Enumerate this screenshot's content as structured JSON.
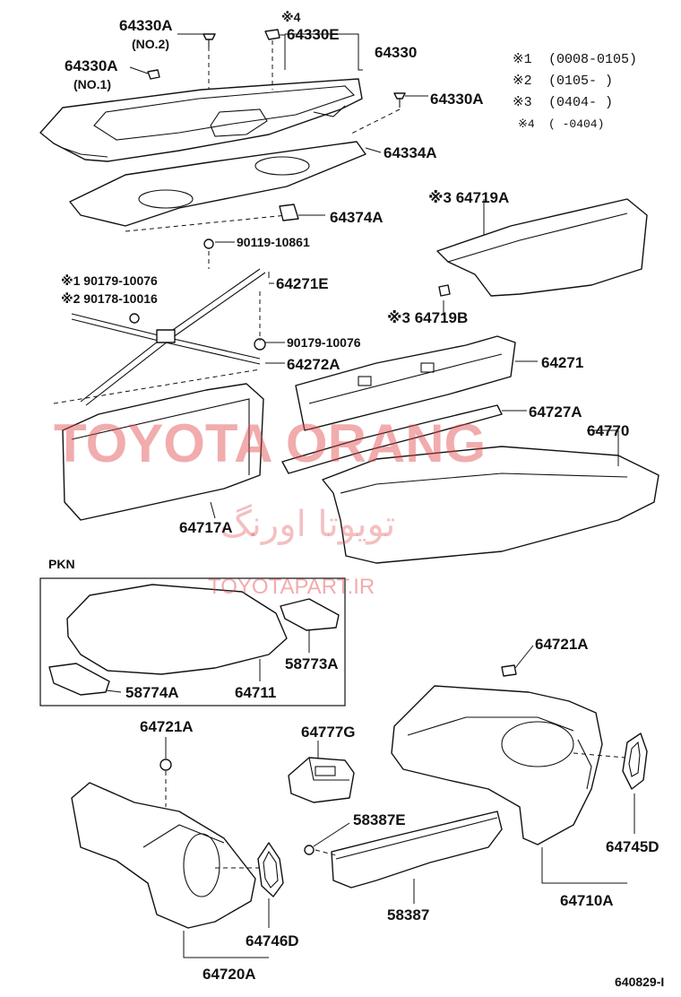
{
  "labels": {
    "p64330A_no2": "64330A",
    "p64330A_no2_sub": "(NO.2)",
    "p64330A_no1": "64330A",
    "p64330A_no1_sub": "(NO.1)",
    "p64330E_mark": "※4",
    "p64330E": "64330E",
    "p64330": "64330",
    "p64330A_right": "64330A",
    "p64334A": "64334A",
    "p64374A": "64374A",
    "p64719A": "※3 64719A",
    "p64719B": "※3 64719B",
    "b90119_10861": "90119-10861",
    "b90179_10076_a": "※1 90179-10076",
    "b90178_10016": "※2 90178-10016",
    "p64271E": "64271E",
    "b90179_10076_b": "90179-10076",
    "p64272A": "64272A",
    "p64271": "64271",
    "p64727A": "64727A",
    "p64770": "64770",
    "p64717A": "64717A",
    "pkn": "PKN",
    "p58773A": "58773A",
    "p58774A": "58774A",
    "p64711": "64711",
    "p64721A_right": "64721A",
    "p64721A_left": "64721A",
    "p64777G": "64777G",
    "p58387E": "58387E",
    "p58387": "58387",
    "p64745D": "64745D",
    "p64710A": "64710A",
    "p64746D": "64746D",
    "p64720A": "64720A",
    "diagram_code": "640829-I"
  },
  "notes": [
    {
      "mark": "※1",
      "range": "(0008-0105)"
    },
    {
      "mark": "※2",
      "range": "(0105-     )"
    },
    {
      "mark": "※3",
      "range": "(0404-     )"
    },
    {
      "mark": "※4",
      "range": "(     -0404)"
    }
  ],
  "watermark": {
    "brand": "TOYOTA ORANG",
    "arabic": "تويوتا اورنگ",
    "url": "TOYOTAPART.IR"
  }
}
